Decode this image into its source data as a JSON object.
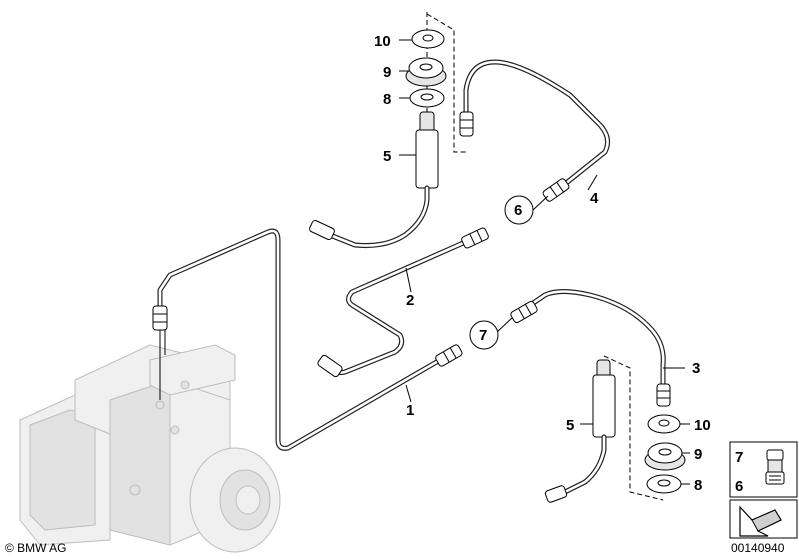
{
  "callouts": {
    "c1": "1",
    "c2": "2",
    "c3": "3",
    "c4": "4",
    "c5a": "5",
    "c5b": "5",
    "c6": "6",
    "c7": "7",
    "c8a": "8",
    "c8b": "8",
    "c9a": "9",
    "c9b": "9",
    "c10a": "10",
    "c10b": "10"
  },
  "legend": {
    "item7": "7",
    "item6": "6"
  },
  "copyright": "© BMW AG",
  "drawing_number": "00140940"
}
